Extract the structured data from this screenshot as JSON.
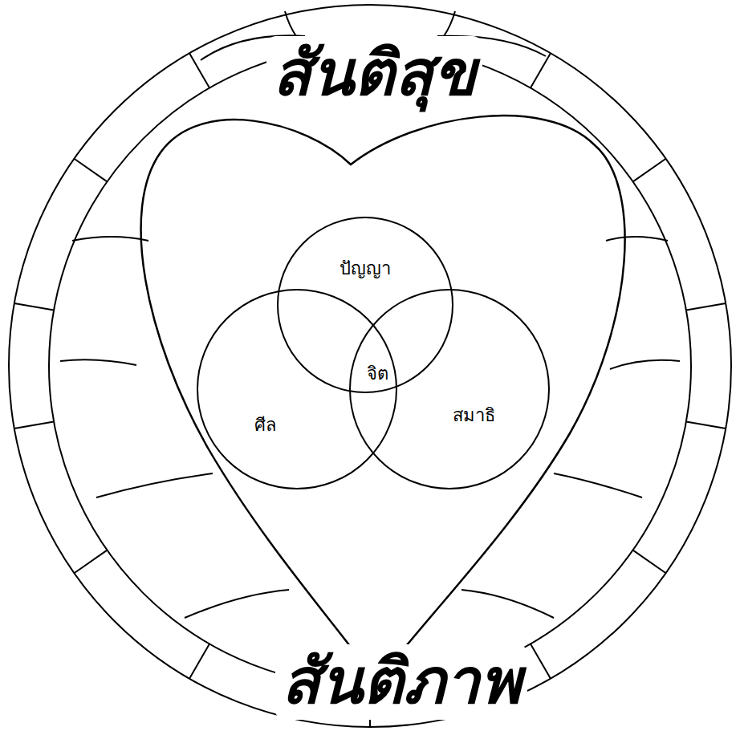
{
  "diagram": {
    "nodes": [
      {
        "text": [
          "สันติสุข",
          "สันติภาพ"
        ]
      },
      {
        "text": [
          "ปัญญา"
        ],
        "in": 0
      },
      {
        "text": [
          "ศีล"
        ],
        "in": 0
      },
      {
        "text": [
          "สมาธิ"
        ],
        "in": 0
      }
    ],
    "labels": [
      "จิต"
    ]
  }
}
